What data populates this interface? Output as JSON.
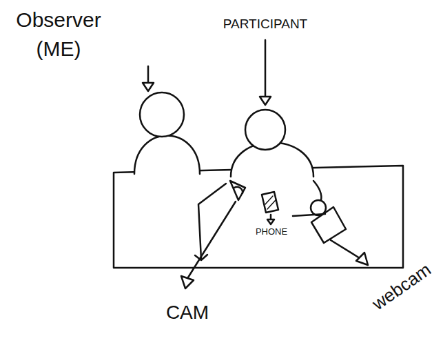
{
  "diagram": {
    "labels": [
      "Observer (ME)",
      "PARTICIPANT",
      "PHONE",
      "CAM",
      "webcam"
    ]
  }
}
